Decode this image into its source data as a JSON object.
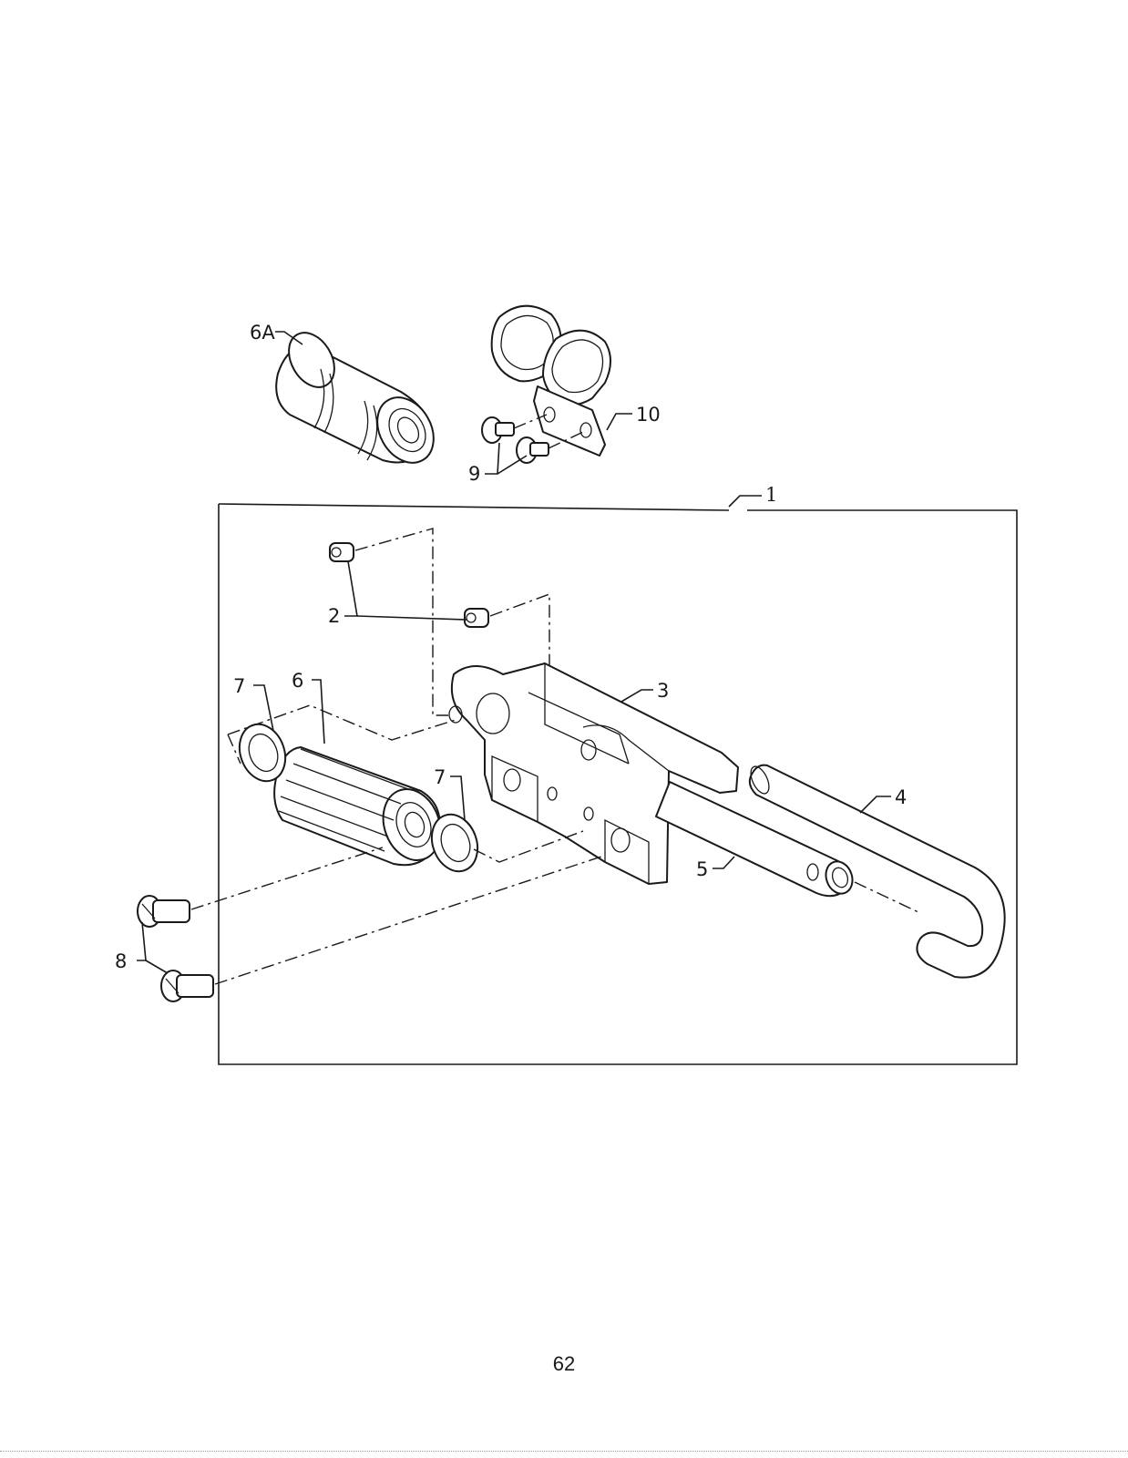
{
  "callouts": {
    "c1": "1",
    "c2": "2",
    "c3": "3",
    "c4": "4",
    "c5": "5",
    "c6": "6",
    "c6a": "6A",
    "c7a": "7",
    "c7b": "7",
    "c8": "8",
    "c9": "9",
    "c10": "10"
  },
  "page_number": "62"
}
